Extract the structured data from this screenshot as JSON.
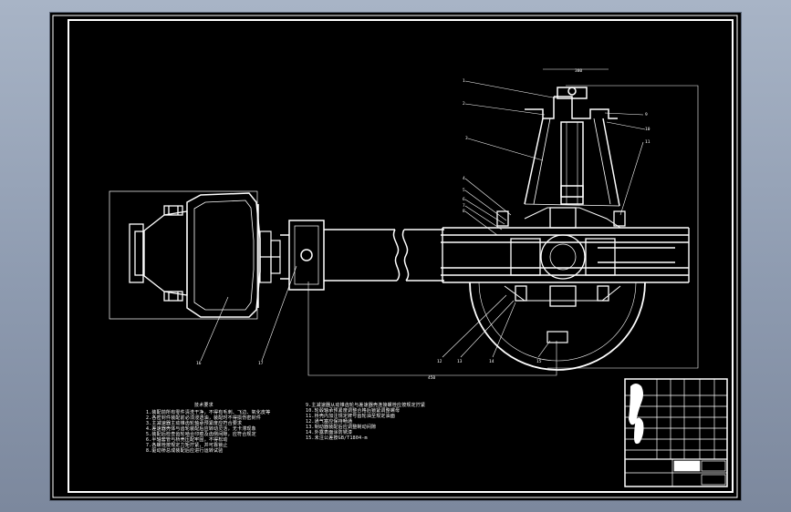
{
  "colors": {
    "background": "#000000",
    "lines": "#ffffff",
    "desktop": "#98a4b8"
  },
  "notes": {
    "heading": "技术要求",
    "left": [
      "1.装配前所有零件清洗干净，不得有毛刺、飞边、氧化皮等",
      "2.各密封件装配前必须浸透油，装配时不得损伤密封件",
      "3.主减速器主动锥齿轮轴承预紧度应符合要求",
      "4.差速器壳体与齿轮装配后应转动灵活，无卡滞现象",
      "5.装配后检查齿轮啮合印痕及齿侧间隙，应符合规定",
      "6.半轴套管与桥壳压配牢固，不得松动",
      "7.各螺栓按规定力矩拧紧，并可靠锁止",
      "8.驱动桥总成装配后应进行运转试验"
    ],
    "right": [
      "9.主减速器从动锥齿轮与差速器壳连接螺栓应按规定拧紧",
      "10.轮毂轴承预紧度调整合格后锁紧调整螺母",
      "11.桥壳内加注规定牌号齿轮油至规定油面",
      "12.通气塞应保持畅通",
      "13.制动器装配后应调整制动间隙",
      "14.外露表面涂防锈漆",
      "15.未注公差按GB/T1804-m"
    ]
  }
}
